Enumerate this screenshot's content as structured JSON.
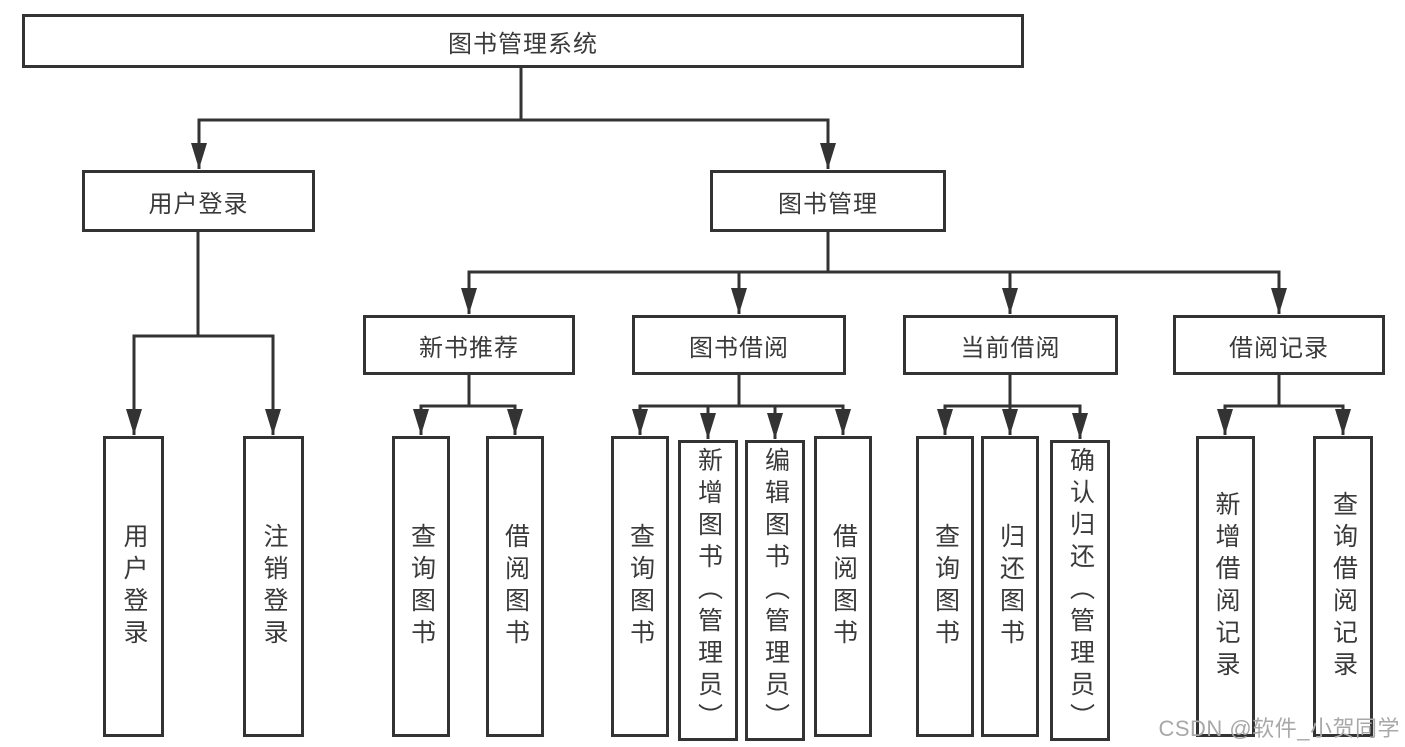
{
  "colors": {
    "line": "#333333",
    "text": "#3a3a3a",
    "watermark": "#a8a8a8",
    "background": "#ffffff"
  },
  "nodes": {
    "root": {
      "label": "图书管理系统"
    },
    "user_login": {
      "label": "用户登录"
    },
    "book_mgmt": {
      "label": "图书管理"
    },
    "new_book_rec": {
      "label": "新书推荐"
    },
    "book_borrow": {
      "label": "图书借阅"
    },
    "current_borrow": {
      "label": "当前借阅"
    },
    "borrow_records": {
      "label": "借阅记录"
    },
    "ul_login": {
      "label": "用户登录"
    },
    "ul_logout": {
      "label": "注销登录"
    },
    "nr_query_books": {
      "label": "查询图书"
    },
    "nr_borrow_books": {
      "label": "借阅图书"
    },
    "bb_query_books": {
      "label": "查询图书"
    },
    "bb_add_books": {
      "label": "新增图书（管理员）"
    },
    "bb_edit_books": {
      "label": "编辑图书（管理员）"
    },
    "bb_borrow_books": {
      "label": "借阅图书"
    },
    "cb_query_books": {
      "label": "查询图书"
    },
    "cb_return_books": {
      "label": "归还图书"
    },
    "cb_confirm_return": {
      "label": "确认归还（管理员）"
    },
    "br_add_record": {
      "label": "新增借阅记录"
    },
    "br_query_record": {
      "label": "查询借阅记录"
    }
  },
  "watermark": {
    "text": "CSDN @软件_小贺同学"
  }
}
